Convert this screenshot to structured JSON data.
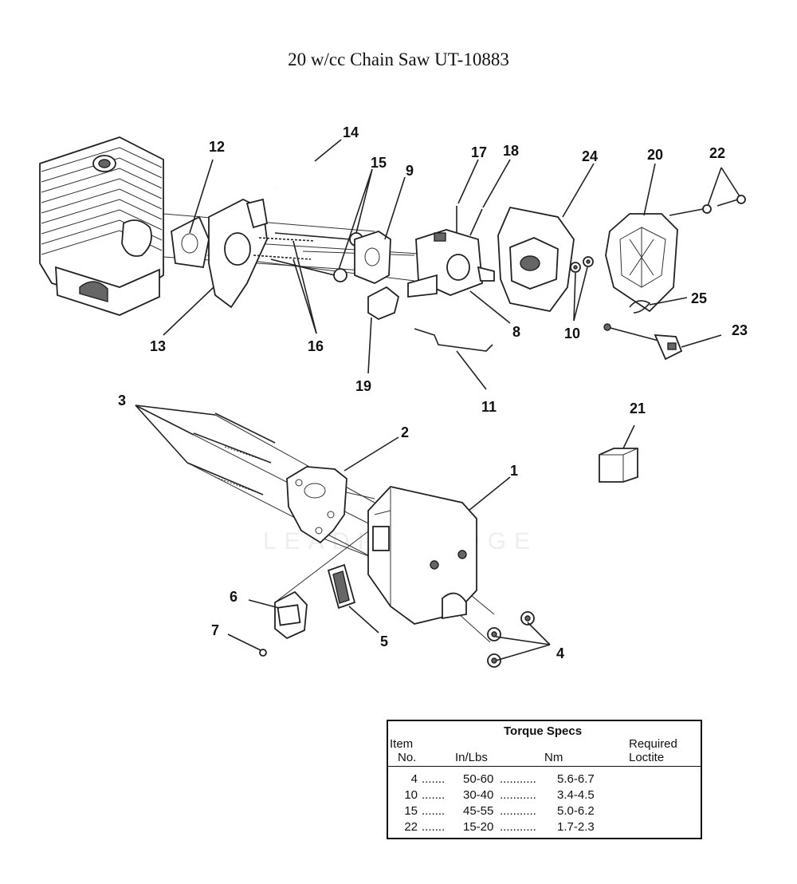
{
  "title": "20 w/cc Chain Saw UT-10883",
  "watermark": "LEADING EDGE",
  "callouts": [
    {
      "id": "1",
      "label": "1"
    },
    {
      "id": "2",
      "label": "2"
    },
    {
      "id": "3",
      "label": "3"
    },
    {
      "id": "4",
      "label": "4"
    },
    {
      "id": "5",
      "label": "5"
    },
    {
      "id": "6",
      "label": "6"
    },
    {
      "id": "7",
      "label": "7"
    },
    {
      "id": "8",
      "label": "8"
    },
    {
      "id": "9",
      "label": "9"
    },
    {
      "id": "10",
      "label": "10"
    },
    {
      "id": "11",
      "label": "11"
    },
    {
      "id": "12",
      "label": "12"
    },
    {
      "id": "13",
      "label": "13"
    },
    {
      "id": "14",
      "label": "14"
    },
    {
      "id": "15",
      "label": "15"
    },
    {
      "id": "16",
      "label": "16"
    },
    {
      "id": "17",
      "label": "17"
    },
    {
      "id": "18",
      "label": "18"
    },
    {
      "id": "19",
      "label": "19"
    },
    {
      "id": "20",
      "label": "20"
    },
    {
      "id": "21",
      "label": "21"
    },
    {
      "id": "22",
      "label": "22"
    },
    {
      "id": "23",
      "label": "23"
    },
    {
      "id": "24",
      "label": "24"
    },
    {
      "id": "25",
      "label": "25"
    }
  ],
  "torque_table": {
    "title": "Torque Specs",
    "col_item_line1": "Item",
    "col_item_line2": "No.",
    "col_inlbs": "In/Lbs",
    "col_nm": "Nm",
    "col_loctite_line1": "Required",
    "col_loctite_line2": "Loctite",
    "rows": [
      {
        "item": "4",
        "inlbs": "50-60",
        "nm": "5.6-6.7"
      },
      {
        "item": "10",
        "inlbs": "30-40",
        "nm": "3.4-4.5"
      },
      {
        "item": "15",
        "inlbs": "45-55",
        "nm": "5.0-6.2"
      },
      {
        "item": "22",
        "inlbs": "15-20",
        "nm": "1.7-2.3"
      }
    ]
  }
}
